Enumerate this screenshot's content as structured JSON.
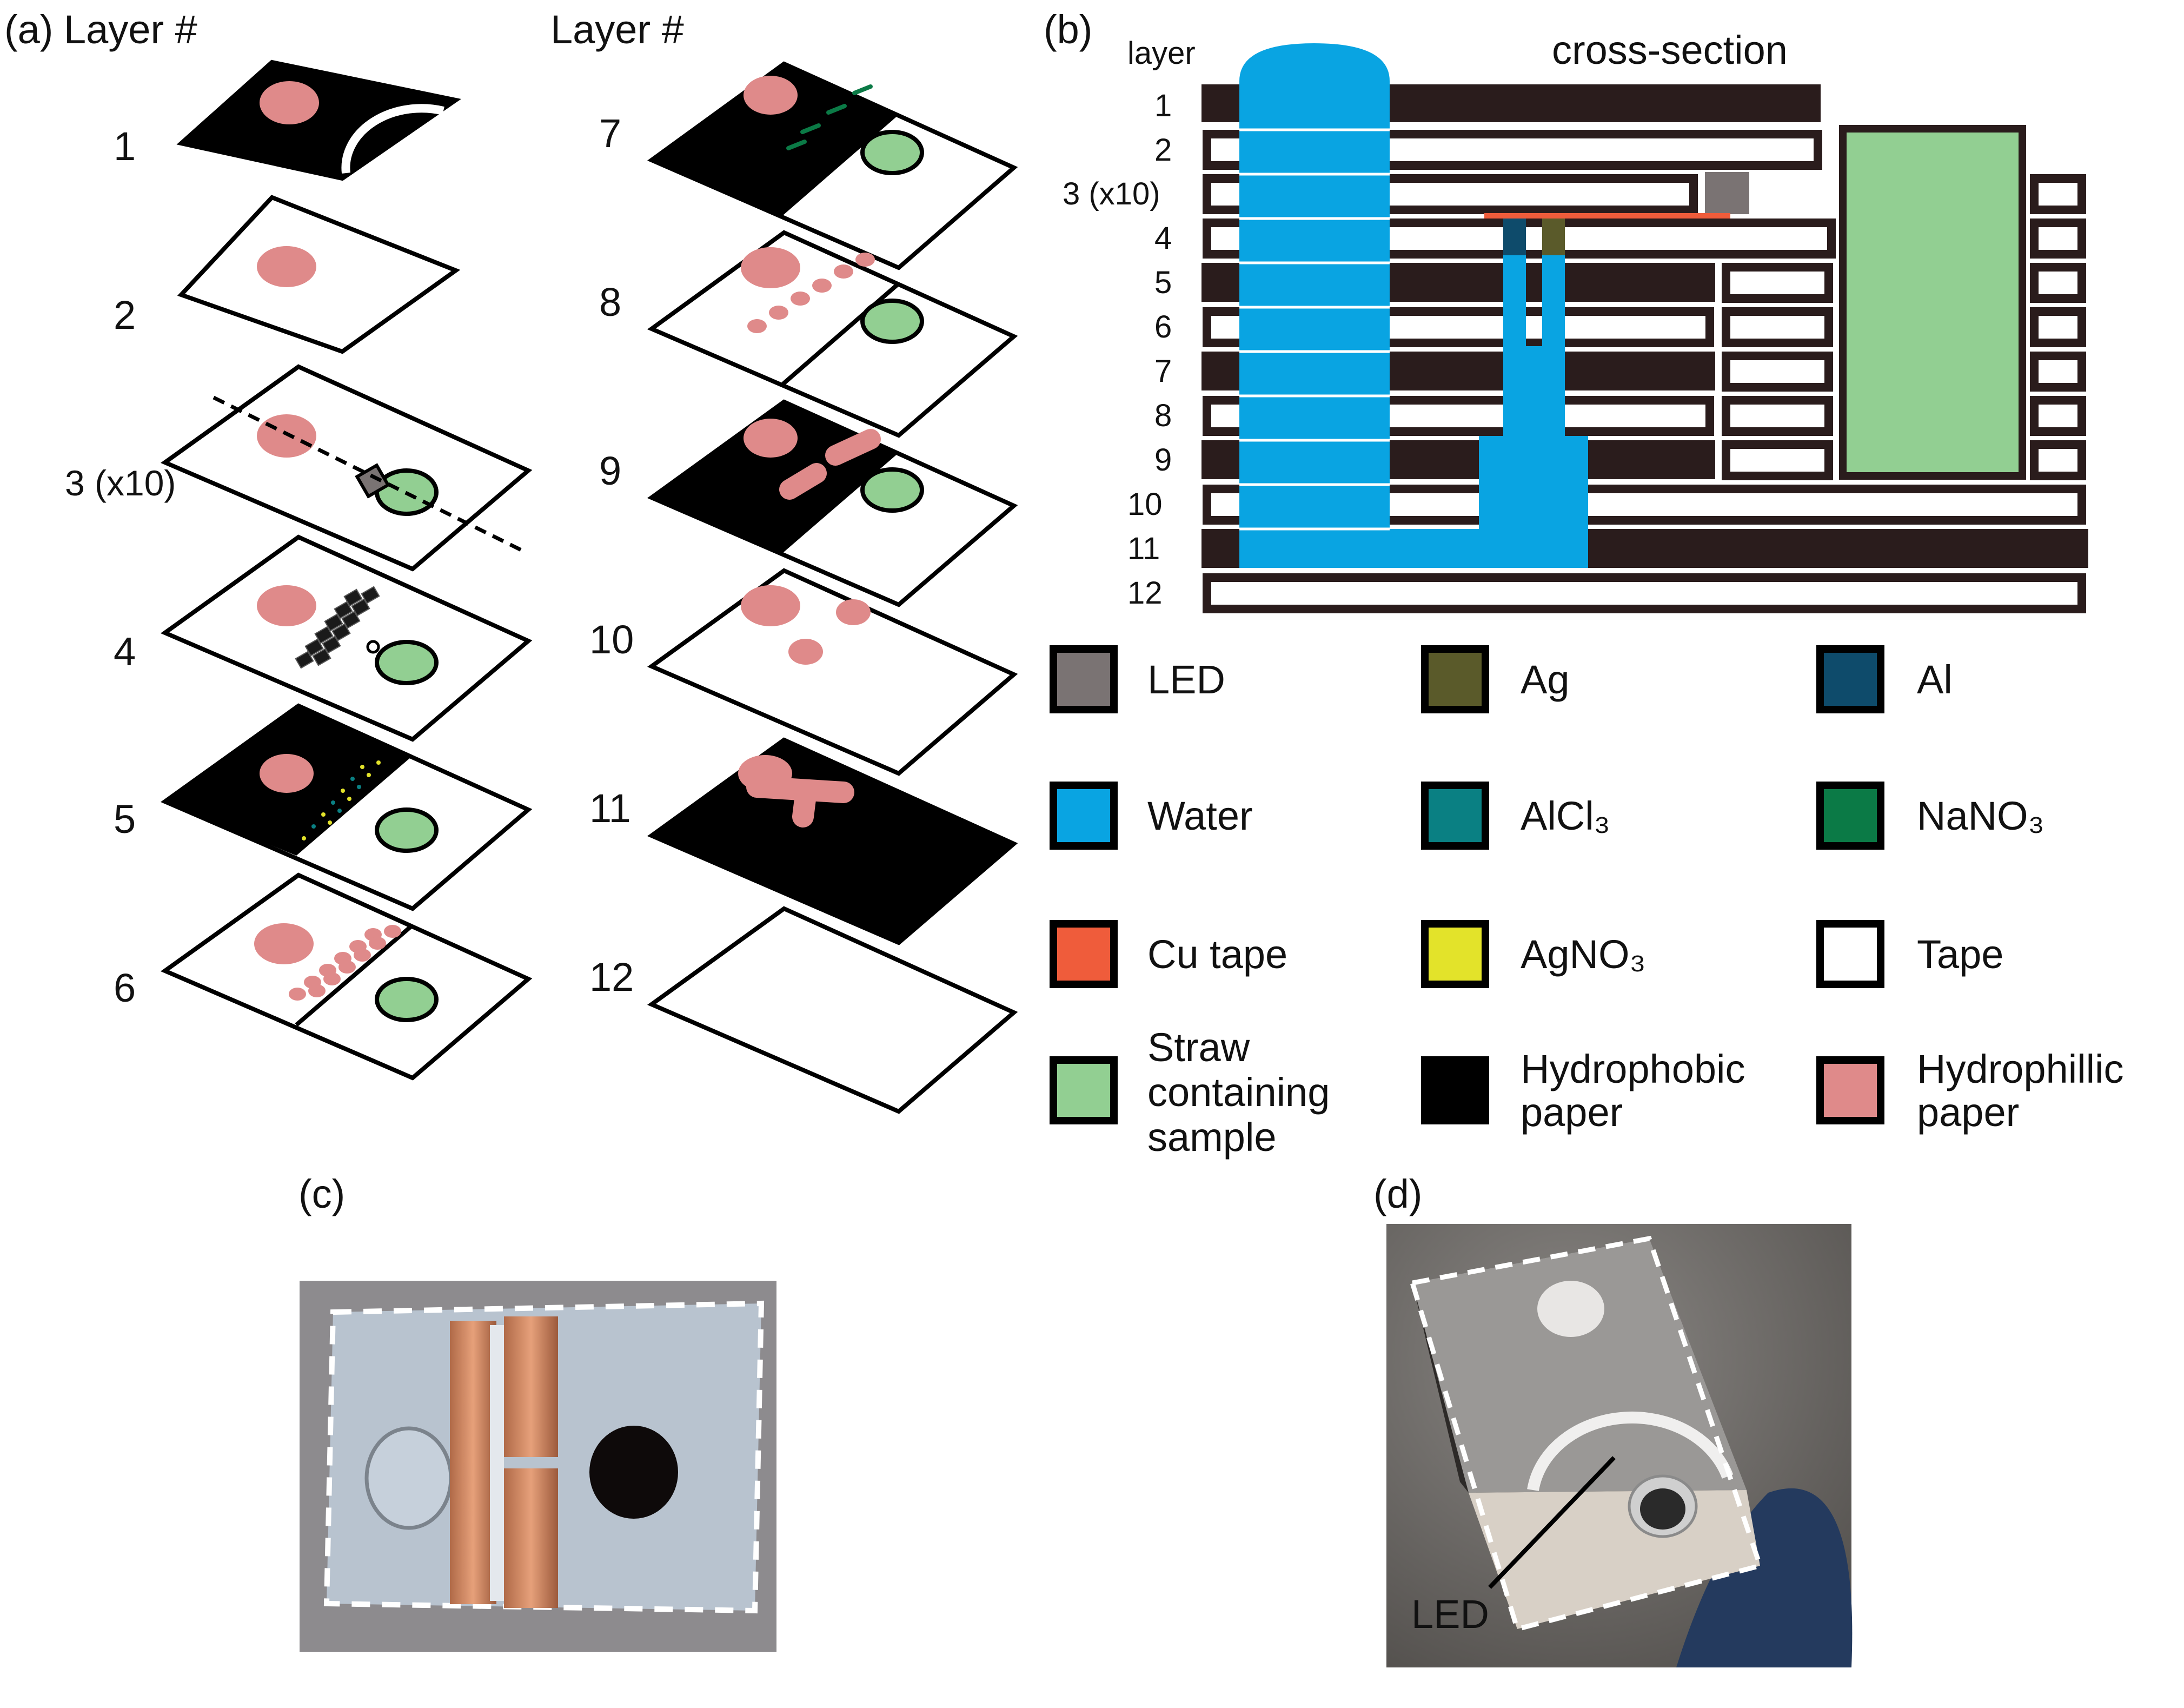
{
  "panel_a": {
    "label": "(a)",
    "col_header_1": "Layer #",
    "col_header_2": "Layer #",
    "layers_col1": [
      "1",
      "2",
      "3 (x10)",
      "4",
      "5",
      "6"
    ],
    "layers_col2": [
      "7",
      "8",
      "9",
      "10",
      "11",
      "12"
    ]
  },
  "panel_b": {
    "label": "(b)",
    "axis_title": "layer",
    "title": "cross-section",
    "row_labels": [
      "1",
      "2",
      "3 (x10)",
      "4",
      "5",
      "6",
      "7",
      "8",
      "9",
      "10",
      "11",
      "12"
    ]
  },
  "legend": [
    {
      "label": "LED",
      "color": "#7a7373",
      "lines": [
        "LED"
      ]
    },
    {
      "label": "Ag",
      "color": "#5a5a2a",
      "lines": [
        "Ag"
      ]
    },
    {
      "label": "Al",
      "color": "#0e4b6b",
      "lines": [
        "Al"
      ]
    },
    {
      "label": "Water",
      "color": "#09a4e2",
      "lines": [
        "Water"
      ]
    },
    {
      "label": "AlCl3",
      "color": "#0a8083",
      "lines": [
        "AlCl₃"
      ]
    },
    {
      "label": "NaNO3",
      "color": "#0b7a46",
      "lines": [
        "NaNO₃"
      ]
    },
    {
      "label": "Cu tape",
      "color": "#ef5c3b",
      "lines": [
        "Cu tape"
      ]
    },
    {
      "label": "AgNO3",
      "color": "#e3e32a",
      "lines": [
        "AgNO₃"
      ]
    },
    {
      "label": "Tape",
      "color": "#ffffff",
      "lines": [
        "Tape"
      ]
    },
    {
      "label": "Straw containing sample",
      "color": "#92cf92",
      "lines": [
        "Straw",
        "containing",
        "sample"
      ]
    },
    {
      "label": "Hydrophobic paper",
      "color": "#000000",
      "lines": [
        "Hydrophobic",
        "paper"
      ]
    },
    {
      "label": "Hydrophillic paper",
      "color": "#df8a8a",
      "lines": [
        "Hydrophillic",
        "paper"
      ]
    }
  ],
  "panel_c": {
    "label": "(c)"
  },
  "panel_d": {
    "label": "(d)",
    "annotation": "LED"
  },
  "colors": {
    "water": "#09a4e2",
    "hydrophobic": "#2a1c1c",
    "hydrophilic": "#df8a8a",
    "straw": "#92cf92",
    "cu": "#ef5c3b",
    "led": "#7a7373",
    "al": "#0e4b6b",
    "ag": "#5a5a2a",
    "nano3": "#0b7a46",
    "agno3": "#e3e32a"
  }
}
